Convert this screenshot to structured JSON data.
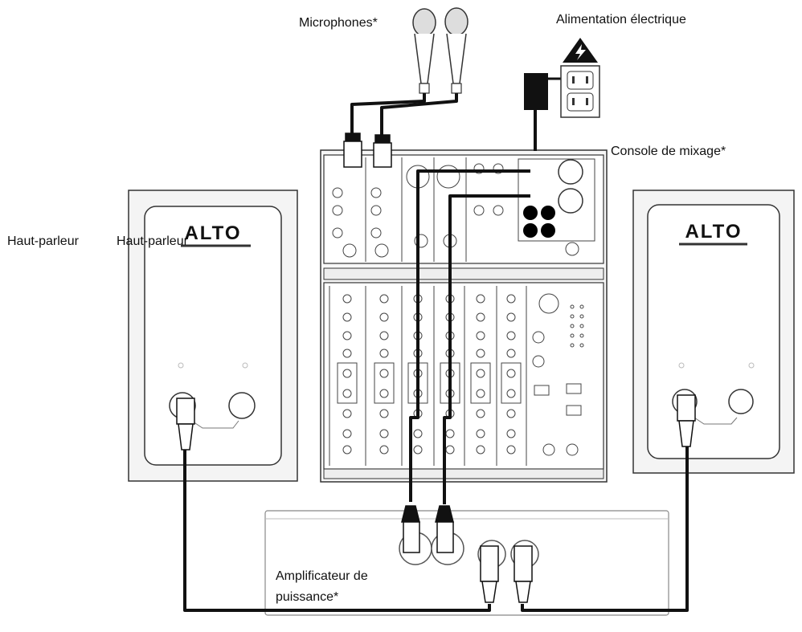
{
  "labels": {
    "microphones": "Microphones*",
    "power_supply": "Alimentation électrique",
    "mixer": "Console de mixage*",
    "speaker_left_1": "Haut-parleur",
    "speaker_left_2": "Haut-parleur",
    "amplifier_line1": "Amplificateur de",
    "amplifier_line2": "puissance*"
  },
  "brand": {
    "speaker_logo": "ALTO"
  }
}
